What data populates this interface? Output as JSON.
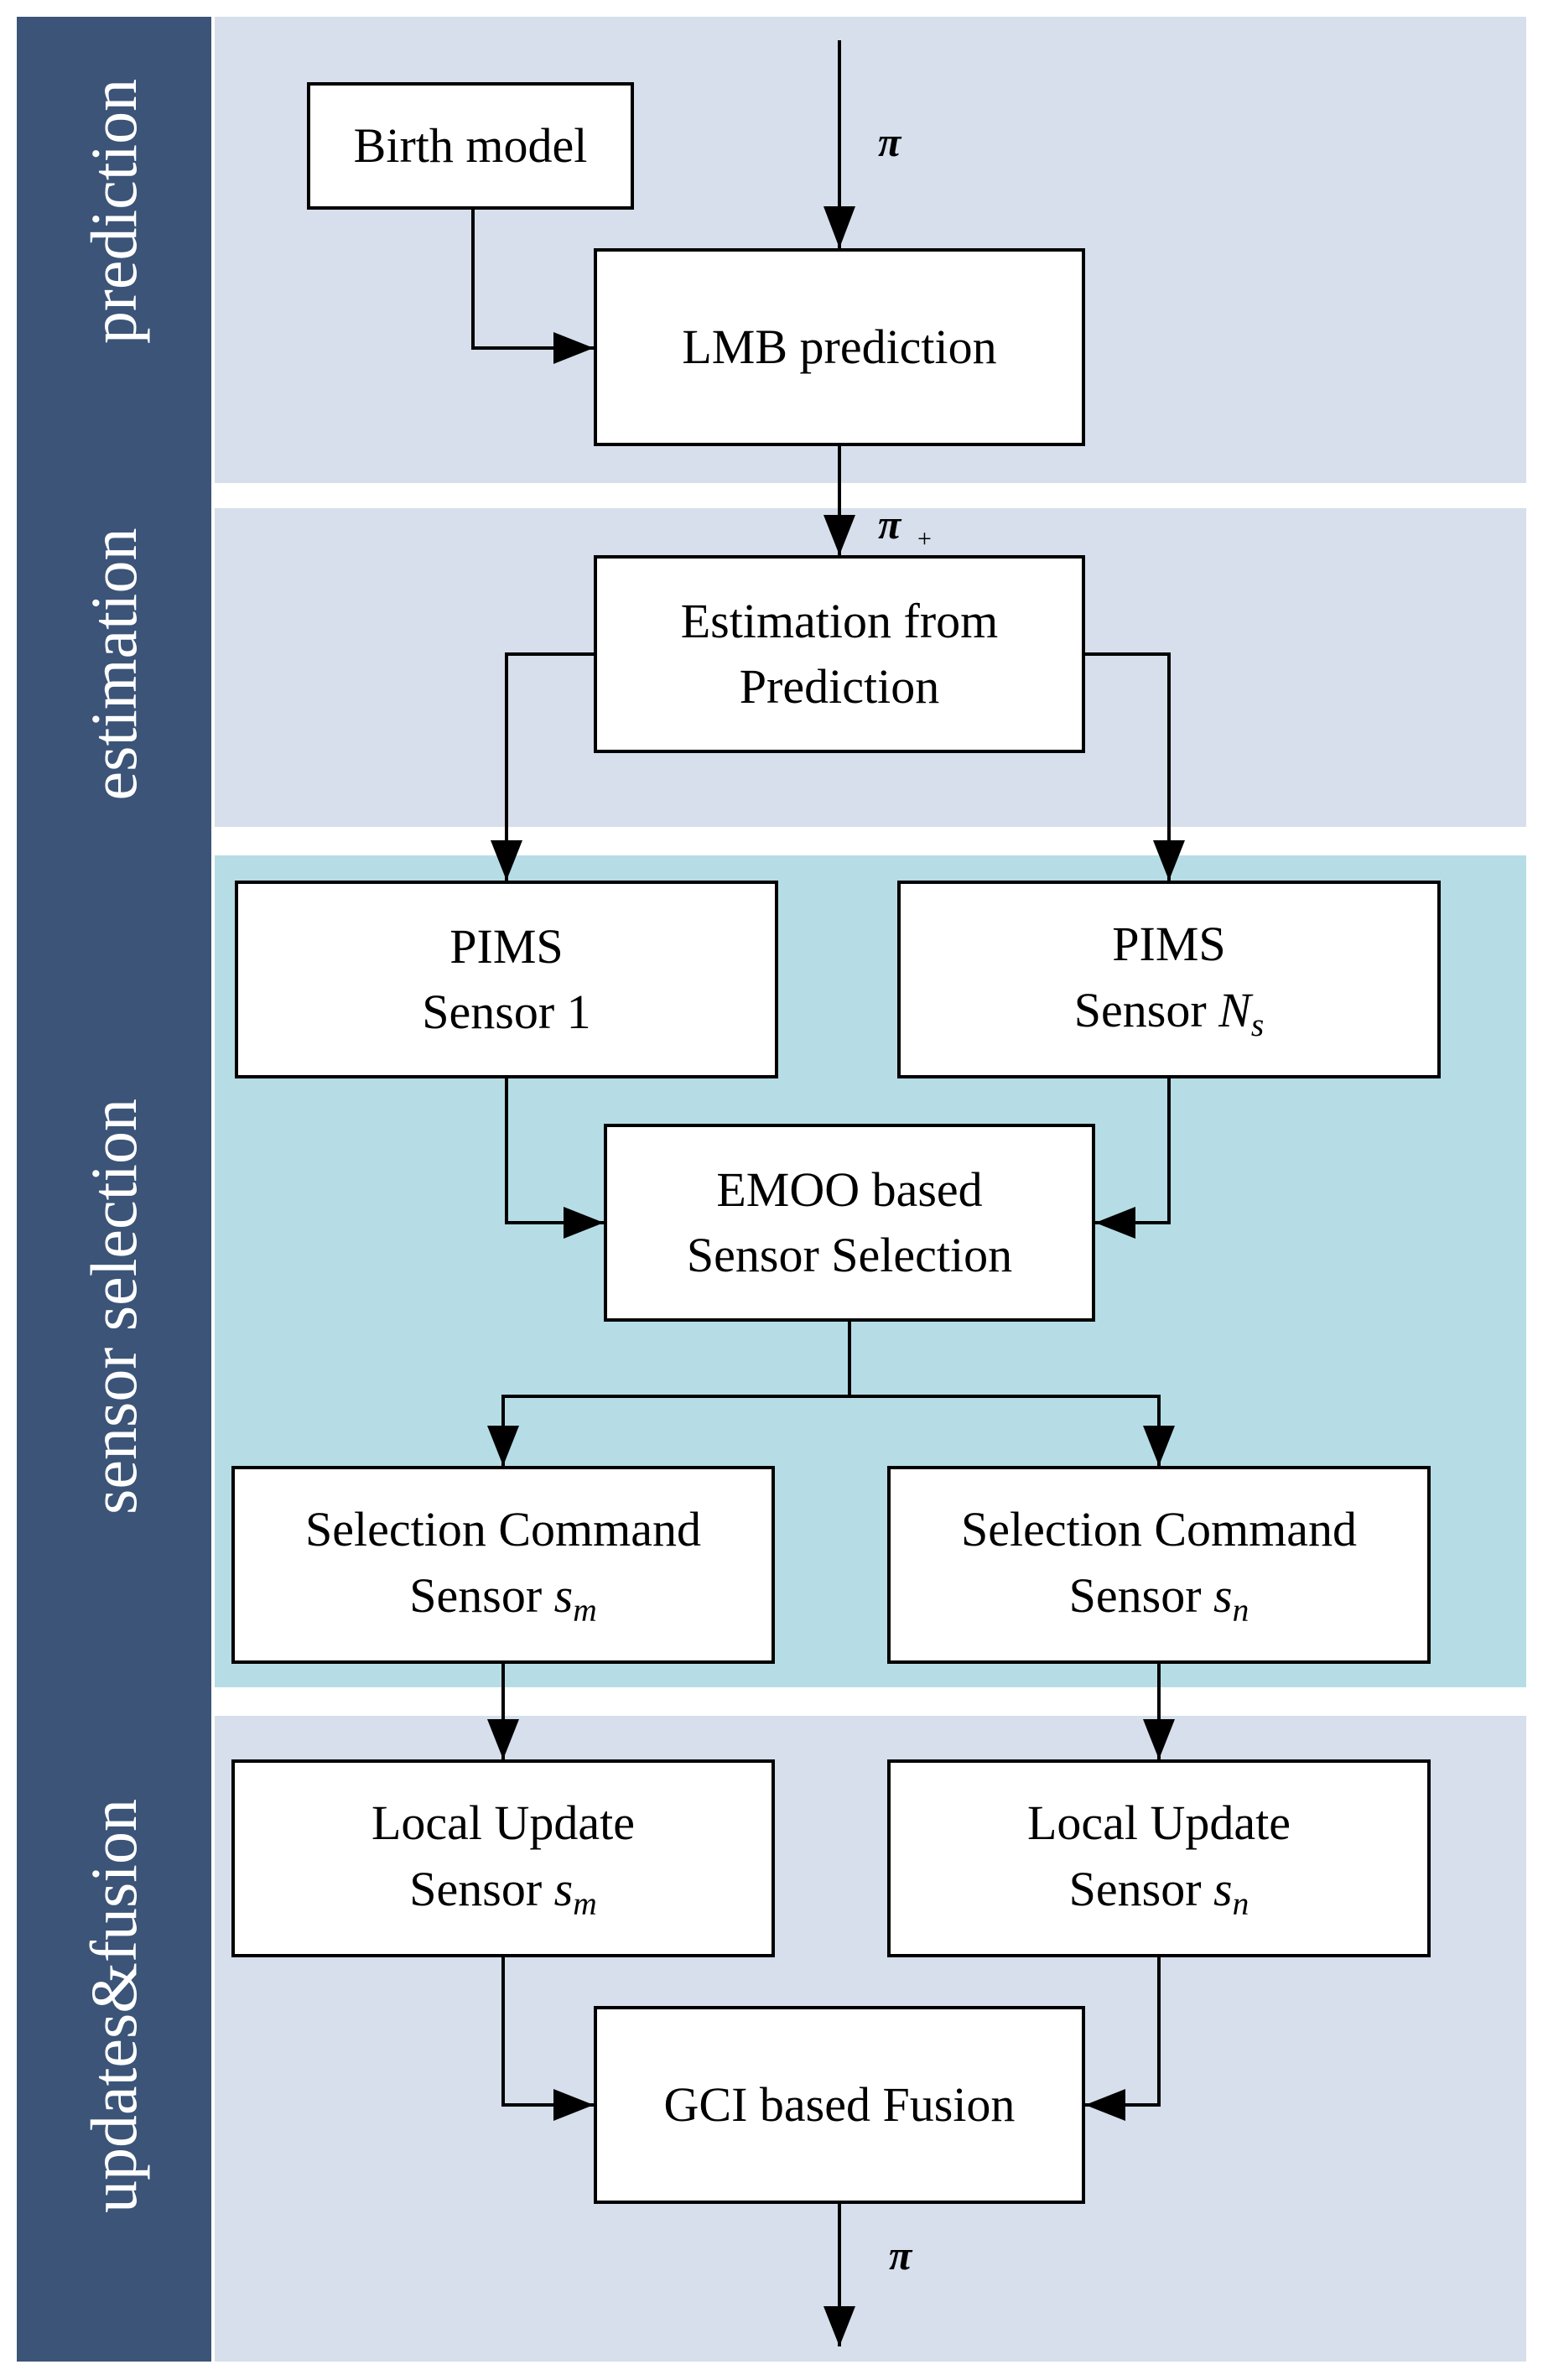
{
  "stages": {
    "prediction": "prediction",
    "estimation": "estimation",
    "sensor_selection": "sensor selection",
    "updates_fusion": "updates&fusion"
  },
  "boxes": {
    "birth_model": "Birth model",
    "lmb_prediction": "LMB prediction",
    "estimation_line1": "Estimation from",
    "estimation_line2": "Prediction",
    "pims1_line1": "PIMS",
    "pims1_line2": "Sensor 1",
    "pimsN_line1": "PIMS",
    "pimsN_line2_prefix": "Sensor ",
    "pimsN_symbol": "N",
    "pimsN_sub": "s",
    "emoo_line1": "EMOO based",
    "emoo_line2": "Sensor Selection",
    "selcmd_m_line1": "Selection Command",
    "selcmd_m_line2_prefix": "Sensor ",
    "selcmd_m_symbol": "s",
    "selcmd_m_sub": "m",
    "selcmd_n_line1": "Selection Command",
    "selcmd_n_line2_prefix": "Sensor ",
    "selcmd_n_symbol": "s",
    "selcmd_n_sub": "n",
    "local_m_line1": "Local Update",
    "local_m_line2_prefix": "Sensor ",
    "local_m_symbol": "s",
    "local_m_sub": "m",
    "local_n_line1": "Local Update",
    "local_n_line2_prefix": "Sensor ",
    "local_n_symbol": "s",
    "local_n_sub": "n",
    "gci_fusion": "GCI based Fusion"
  },
  "edge_labels": {
    "pi_in": "π",
    "pi_plus": "π",
    "plus_sign": "+",
    "pi_out": "π"
  },
  "colors": {
    "sidebar": "#3b5478",
    "band_grey": "#d6dfeb",
    "band_teal": "#b6dde6"
  }
}
